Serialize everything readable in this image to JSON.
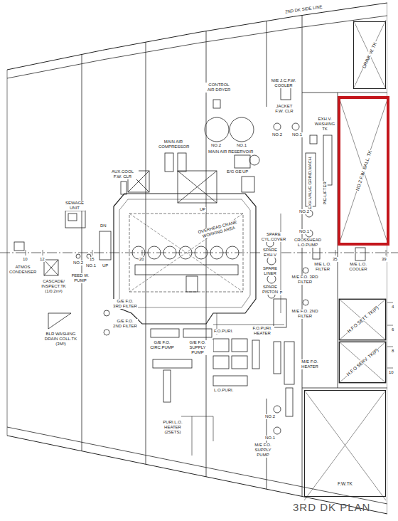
{
  "diagram": {
    "title": "3RD DK PLAN",
    "nodes": [
      {
        "text": [
          "DRINK W. TK"
        ]
      },
      {
        "text": [
          "NO.2 F.W. BALL. TK"
        ]
      },
      {
        "text": [
          "H.F.O SETT. TK(P)"
        ]
      },
      {
        "text": [
          "H.F.O SERV. TK(P)"
        ]
      },
      {
        "text": [
          "F.W.TK"
        ]
      }
    ],
    "labels": [
      "2ND DK SIDE LINE",
      "M/E J.C.F.W. COOLER",
      "CONTROL AIR DRYER",
      "NO.2",
      "NO.1",
      "MAIN AIR RESERVOIR",
      "JACKET F.W. CLR",
      "NO.2",
      "NO.1",
      "E/G GEN.",
      "EXH.V. WASHING TK",
      "EXH.VALVE GRIND.MACH.",
      "PIE-LIFTER",
      "MAIN AIR COMPRESSOR",
      "AUX.COOL F.W. CLR",
      "SEWAGE UNIT",
      "UP",
      "UP",
      "DN",
      "UP",
      "UP",
      "OVERHEAD CRANE WORKING AREA",
      "NO.2",
      "NO.1",
      "CROSSHEAD L.O.PUMP",
      "SPARE CYL.COVER",
      "SPARE EXH.V",
      "SPARE LINER",
      "SPARE PISTON",
      "10",
      "12",
      "15",
      "20",
      "35",
      "39",
      "ATMOS CONDENSER",
      "FEED W. PUMP",
      "NO.2",
      "NO.1",
      "CASCADE/ INSPECT.TK (1/0.2m³)",
      "BLR WASHING DRAIN COLL.TK (3M³)",
      "G/E F.O. 3RD FILTER",
      "G/E F.O. 2ND FILTER",
      "M/E L.O. FILTER",
      "M/E L.O. COOLER",
      "M/E F.O. 3RD FILTER",
      "M/E F.O. 2ND FILTER",
      "4",
      "6",
      "8",
      "10",
      "G/E F.O. CIRC.PUMP",
      "G/E F.O. SUPPLY PUMP",
      "F.O.PURI.",
      "F.O.PURI. HEATER",
      "L.O.PURI.",
      "PURI.L.O. HEATER (2SETS)",
      "M/E F.O. HEATER",
      "NO.2",
      "NO.1",
      "M/E F.O. SUPPLY PUMP"
    ]
  }
}
